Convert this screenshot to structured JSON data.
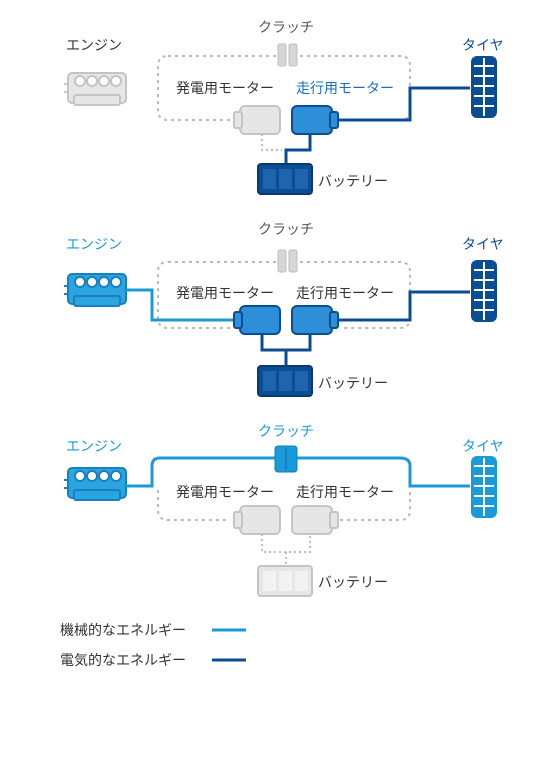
{
  "colors": {
    "mechanical": "#1a9ad9",
    "electric": "#0b4d94",
    "inactive_fill": "#e6e6e6",
    "inactive_stroke": "#b8b8b8",
    "dotted": "#bdbdbd",
    "text_dark": "#333333",
    "text_gray": "#777777"
  },
  "labels": {
    "engine": "エンジン",
    "clutch": "クラッチ",
    "generator_motor": "発電用モーター",
    "drive_motor": "走行用モーター",
    "tire": "タイヤ",
    "battery": "バッテリー"
  },
  "legend": {
    "mechanical": "機械的なエネルギー",
    "electric": "電気的なエネルギー"
  }
}
